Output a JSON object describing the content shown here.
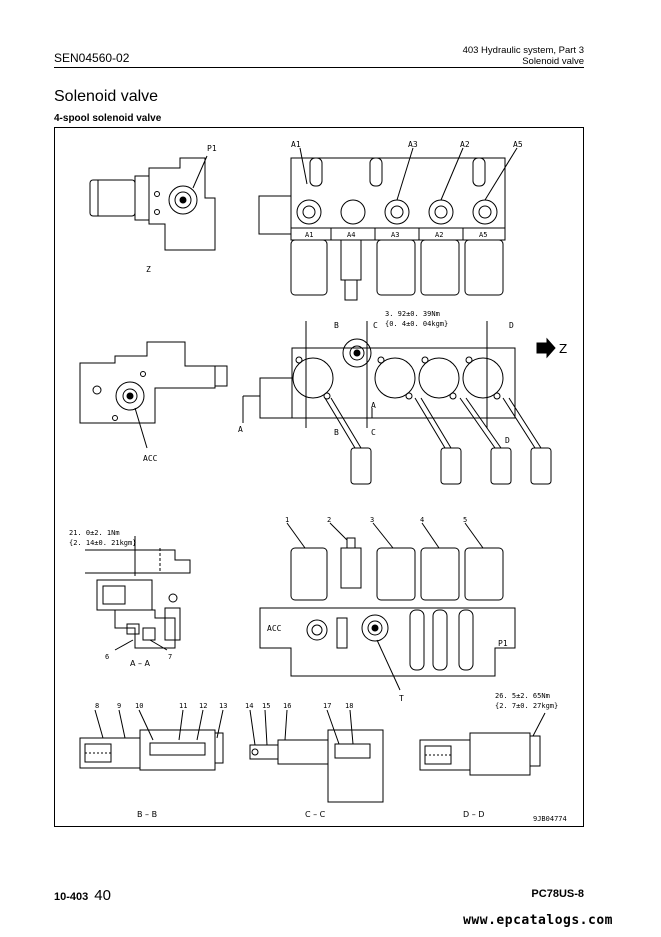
{
  "header": {
    "doc_code": "SEN04560-02",
    "section": "403 Hydraulic system, Part 3",
    "topic": "Solenoid valve"
  },
  "page": {
    "title": "Solenoid valve",
    "subtitle": "4-spool solenoid valve"
  },
  "figure": {
    "port_labels": {
      "p1": "P1",
      "a1": "A1",
      "a3": "A3",
      "a2": "A2",
      "a5": "A5",
      "acc": "ACC",
      "t": "T"
    },
    "plate_labels": [
      "A1",
      "A4",
      "A3",
      "A2",
      "A5"
    ],
    "view_labels": {
      "z_view": "Z",
      "z_arrow": "Z",
      "section_aa": "A – A",
      "section_bb": "B – B",
      "section_cc": "C – C",
      "section_dd": "D – D",
      "cut_a": "A",
      "cut_b": "B",
      "cut_c": "C",
      "cut_d": "D"
    },
    "torques": {
      "top_line1": "3. 92±0. 39Nm",
      "top_line2": "{0. 4±0. 04kgm}",
      "aa_line1": "21. 0±2. 1Nm",
      "aa_line2": "{2. 14±0. 21kgm}",
      "dd_line1": "26. 5±2. 65Nm",
      "dd_line2": "{2. 7±0. 27kgm}"
    },
    "callouts": [
      "1",
      "2",
      "3",
      "4",
      "5",
      "6",
      "7",
      "8",
      "9",
      "10",
      "11",
      "12",
      "13",
      "14",
      "15",
      "16",
      "17",
      "18"
    ],
    "drawing_number": "9JB04774"
  },
  "footer": {
    "page_ref": "10-403",
    "page_number": "40",
    "model": "PC78US-8"
  },
  "watermark": "www.epcatalogs.com"
}
